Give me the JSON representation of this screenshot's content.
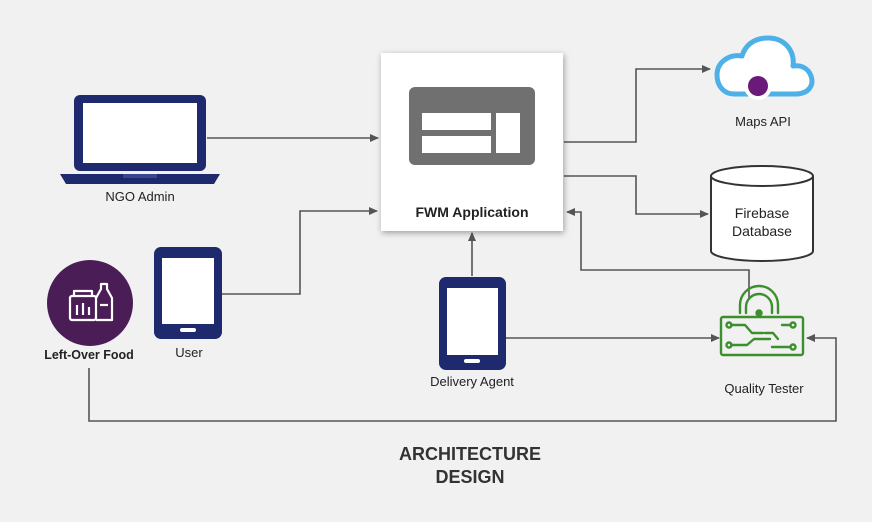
{
  "diagram": {
    "title_line1": "ARCHITECTURE",
    "title_line2": "DESIGN",
    "nodes": {
      "ngo_admin": {
        "label": "NGO Admin",
        "icon": "laptop-icon"
      },
      "fwm_app": {
        "label": "FWM Application",
        "icon": "application-window-icon"
      },
      "maps_api": {
        "label": "Maps API",
        "icon": "cloud-icon"
      },
      "firebase": {
        "label_line1": "Firebase",
        "label_line2": "Database",
        "icon": "database-cylinder-icon"
      },
      "user": {
        "label": "User",
        "icon": "tablet-icon"
      },
      "left_over_food": {
        "label": "Left-Over Food",
        "icon": "food-package-icon"
      },
      "delivery_agent": {
        "label": "Delivery Agent",
        "icon": "tablet-icon"
      },
      "quality_tester": {
        "label": "Quality Tester",
        "icon": "circuit-sensor-icon"
      }
    },
    "colors": {
      "device_blue": "#1f2a6e",
      "food_purple": "#4b1d57",
      "cloud_blue": "#4db0e6",
      "cloud_dot": "#6a1b7a",
      "circuit_green": "#3c8f2c",
      "arrow_gray": "#555555",
      "app_icon_gray": "#707070"
    }
  }
}
